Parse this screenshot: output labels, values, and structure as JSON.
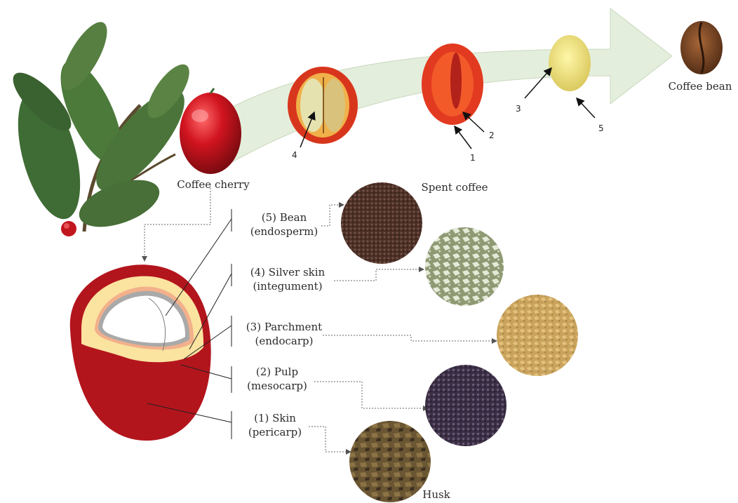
{
  "labels": {
    "coffee_cherry": "Coffee cherry",
    "coffee_bean": "Coffee bean",
    "spent_coffee": "Spent coffee",
    "husk": "Husk"
  },
  "parts": [
    {
      "line1": "(5) Bean",
      "line2": "(endosperm)"
    },
    {
      "line1": "(4) Silver skin",
      "line2": "(integument)"
    },
    {
      "line1": "(3) Parchment",
      "line2": "(endocarp)"
    },
    {
      "line1": "(2) Pulp",
      "line2": "(mesocarp)"
    },
    {
      "line1": "(1) Skin",
      "line2": "(pericarp)"
    }
  ],
  "markers": {
    "n4": "4",
    "n2": "2",
    "n1": "1",
    "n3": "3",
    "n5": "5"
  },
  "colors": {
    "skin_red": "#b3151d",
    "pulp_yellow": "#fbe3a0",
    "parchment_pink": "#f2b08b",
    "silverskin_grey": "#a9a9a9",
    "arrow_green": "#e4eedc",
    "husk_brown": "#6b5633",
    "spent_brown": "#4d3128",
    "silver_green": "#b9c2a0",
    "parchment_tan": "#c9a35c",
    "pulp_purple": "#3b2f45"
  }
}
